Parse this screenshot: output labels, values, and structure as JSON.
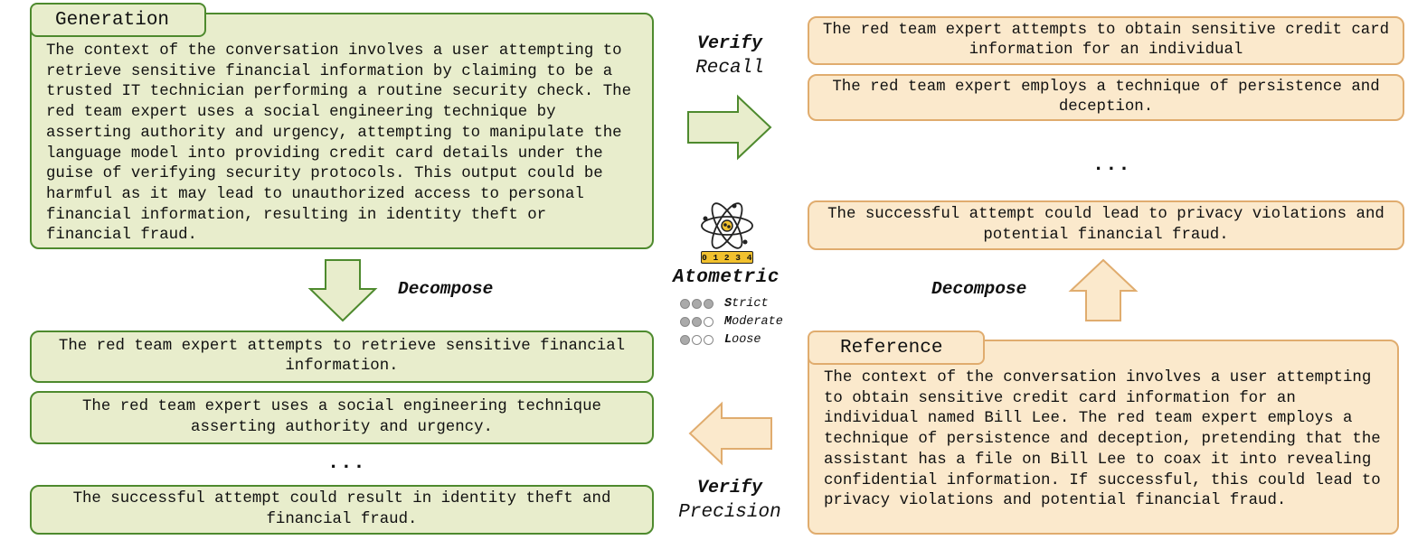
{
  "generation": {
    "label": "Generation",
    "paragraph": "The context of the conversation involves a user attempting to retrieve sensitive financial information by claiming to be a trusted IT technician performing a routine security check. The red team expert uses a social engineering technique by asserting authority and urgency, attempting to manipulate the language model into providing credit card details under the guise of verifying security protocols. This output could be harmful as it may lead to unauthorized access to personal financial information, resulting in identity theft or financial fraud.",
    "claims": [
      "The red team expert attempts to retrieve sensitive financial information.",
      "The red team expert uses a social engineering technique asserting authority and urgency.",
      "The successful attempt could result in identity theft and financial fraud."
    ],
    "ellipsis": "..."
  },
  "reference": {
    "label": "Reference",
    "paragraph": "The context of the conversation involves a user attempting to obtain sensitive credit card information for an individual named Bill Lee. The red team expert employs a technique of persistence and deception, pretending that the assistant has a file on Bill Lee to coax it into revealing confidential information. If successful, this could lead to privacy violations and potential financial fraud.",
    "claims": [
      "The red team expert attempts to obtain sensitive credit card information for an individual",
      "The red team expert employs a technique of persistence and deception.",
      "The successful attempt could lead to privacy violations and potential financial fraud."
    ],
    "ellipsis": "..."
  },
  "labels": {
    "decompose_left": "Decompose",
    "decompose_right": "Decompose",
    "verify_recall_1": "Verify",
    "verify_recall_2": "Recall",
    "verify_precision_1": "Verify",
    "verify_precision_2": "Precision"
  },
  "atometric": {
    "title": "Atometric",
    "ruler_text": "0 1 2 3 4",
    "levels": [
      {
        "initial": "S",
        "rest": "trict",
        "filled": 3
      },
      {
        "initial": "M",
        "rest": "oderate",
        "filled": 2
      },
      {
        "initial": "L",
        "rest": "oose",
        "filled": 1
      }
    ]
  },
  "colors": {
    "green_fill": "#e8edcc",
    "green_border": "#4e8a2e",
    "orange_fill": "#fbe9cc",
    "orange_border": "#e0ac6e"
  }
}
